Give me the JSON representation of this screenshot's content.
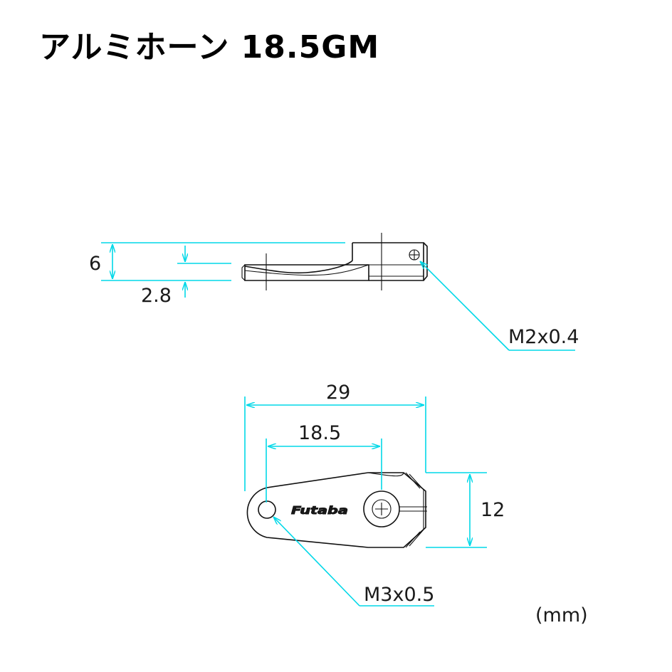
{
  "title": "アルミホーン 18.5GM",
  "side_view": {
    "height_label": "6",
    "thickness_label": "2.8",
    "screw_label": "M2x0.4"
  },
  "top_view": {
    "total_length_label": "29",
    "hole_spacing_label": "18.5",
    "width_label": "12",
    "screw_label": "M3x0.5",
    "logo_text": "Futaba"
  },
  "unit_label": "(mm)",
  "colors": {
    "dimension_line": "#00d8e8",
    "drawing_line": "#111111"
  }
}
